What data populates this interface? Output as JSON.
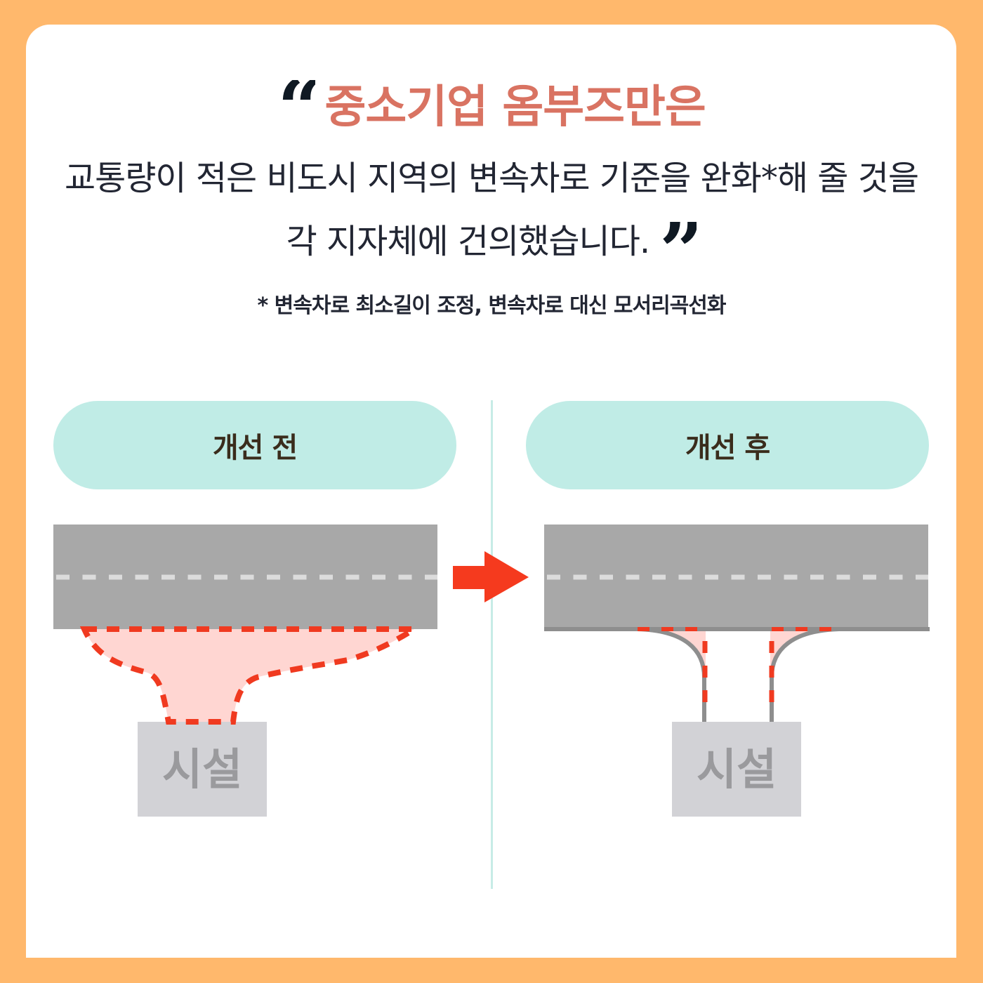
{
  "header": {
    "quote_open_icon": "left-double-quote-icon",
    "headline": "중소기업 옴부즈만은",
    "body_line_1": "교통량이 적은 비도시 지역의 변속차로 기준을 완화*해 줄 것을",
    "body_line_2": "각 지자체에 건의했습니다.",
    "quote_close_icon": "right-double-quote-icon",
    "quote_open_glyph": "“",
    "quote_close_glyph": "”",
    "footnote": "* 변속차로 최소길이 조정, 변속차로 대신 모서리곡선화"
  },
  "comparison": {
    "before": {
      "label": "개선 전",
      "facility_label": "시설"
    },
    "after": {
      "label": "개선 후",
      "facility_label": "시설"
    },
    "arrow_icon": "right-arrow-icon"
  },
  "colors": {
    "background": "#ffb86c",
    "card": "#ffffff",
    "headline": "#d97362",
    "body_text": "#222633",
    "pill": "#c0ece6",
    "pill_text": "#3a2c1c",
    "road": "#a8a8a8",
    "road_dash": "#dcdcdc",
    "curb": "#8e8e8e",
    "red_dash": "#f03a20",
    "pink_fill": "#ffd6d2",
    "facility_box": "#d2d2d6",
    "facility_text": "#9a9a9d",
    "arrow": "#f53a1e"
  }
}
